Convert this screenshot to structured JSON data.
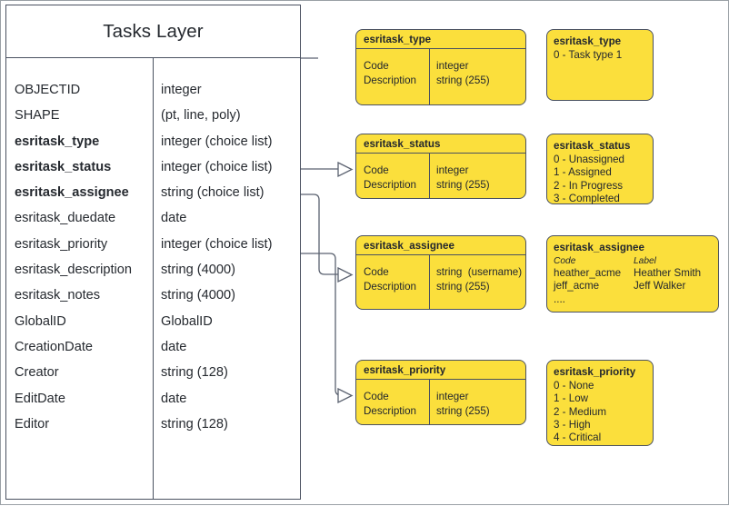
{
  "layer": {
    "title": "Tasks Layer",
    "fields": [
      {
        "name": "OBJECTID",
        "type": "integer",
        "key": false
      },
      {
        "name": "SHAPE",
        "type": "(pt, line, poly)",
        "key": false
      },
      {
        "name": "esritask_type",
        "type": "integer (choice list)",
        "key": true
      },
      {
        "name": "esritask_status",
        "type": "integer (choice list)",
        "key": true
      },
      {
        "name": "esritask_assignee",
        "type": "string (choice list)",
        "key": true
      },
      {
        "name": "esritask_duedate",
        "type": "date",
        "key": false
      },
      {
        "name": "esritask_priority",
        "type": "integer (choice list)",
        "key": false
      },
      {
        "name": "esritask_description",
        "type": "string (4000)",
        "key": false
      },
      {
        "name": "esritask_notes",
        "type": "string (4000)",
        "key": false
      },
      {
        "name": "GlobalID",
        "type": "GlobalID",
        "key": false
      },
      {
        "name": "CreationDate",
        "type": "date",
        "key": false
      },
      {
        "name": "Creator",
        "type": "string (128)",
        "key": false
      },
      {
        "name": "EditDate",
        "type": "date",
        "key": false
      },
      {
        "name": "Editor",
        "type": "string (128)",
        "key": false
      }
    ]
  },
  "tables": {
    "type": {
      "title": "esritask_type",
      "left_rows": [
        "Code",
        "Description"
      ],
      "right_rows": [
        "integer",
        "string (255)"
      ]
    },
    "status": {
      "title": "esritask_status",
      "left_rows": [
        "Code",
        "Description"
      ],
      "right_rows": [
        "integer",
        "string (255)"
      ]
    },
    "assignee": {
      "title": "esritask_assignee",
      "left_rows": [
        "Code",
        "Description"
      ],
      "right_rows": [
        "string  (username)",
        "string (255)"
      ]
    },
    "priority": {
      "title": "esritask_priority",
      "left_rows": [
        "Code",
        "Description"
      ],
      "right_rows": [
        "integer",
        "string (255)"
      ]
    }
  },
  "domains": {
    "type": {
      "title": "esritask_type",
      "values": [
        "0 - Task type 1"
      ]
    },
    "status": {
      "title": "esritask_status",
      "values": [
        "0 - Unassigned",
        "1 - Assigned",
        "2 - In Progress",
        "3 - Completed"
      ]
    },
    "assignee": {
      "title": "esritask_assignee",
      "header_code": "Code",
      "header_label": "Label",
      "rows": [
        {
          "code": "heather_acme",
          "label": "Heather Smith"
        },
        {
          "code": "jeff_acme",
          "label": "Jeff Walker"
        },
        {
          "code": "....",
          "label": ""
        }
      ]
    },
    "priority": {
      "title": "esritask_priority",
      "values": [
        "0 - None",
        "1 - Low",
        "2 - Medium",
        "3 - High",
        "4 - Critical"
      ]
    }
  },
  "colors": {
    "domain_yellow": "#FBDF3C",
    "border_dark": "#4A5160",
    "wire": "#5B6270",
    "text": "#25292F"
  }
}
